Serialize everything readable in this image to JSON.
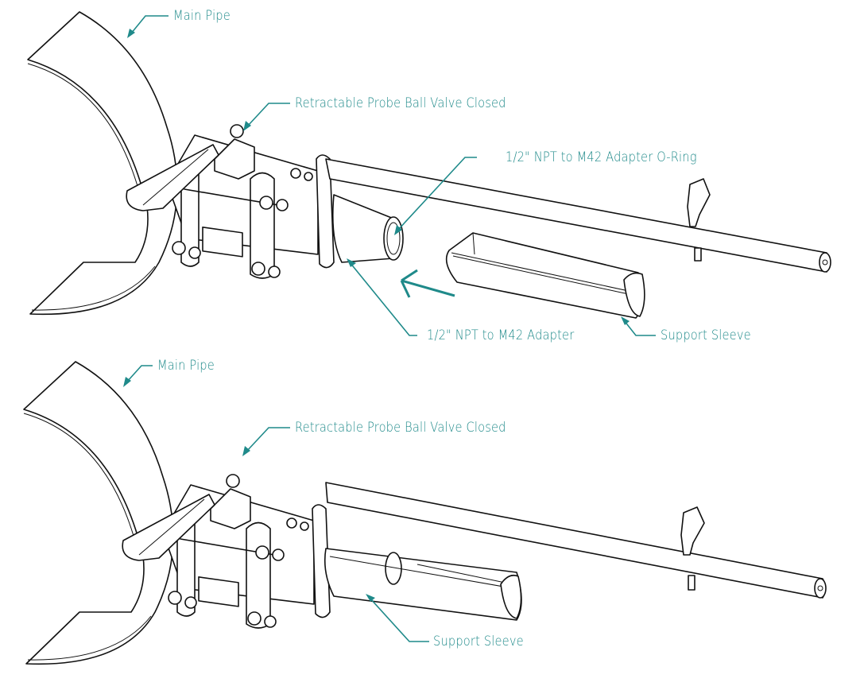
{
  "colors": {
    "callout": "#1f8a8a",
    "line": "#111111",
    "background": "#ffffff"
  },
  "panels": [
    {
      "name": "before-installation",
      "callouts": {
        "main_pipe": "Main Pipe",
        "ball_valve": "Retractable Probe Ball Valve Closed",
        "adapter_oring": "1/2\" NPT to M42 Adapter O-Ring",
        "adapter": "1/2\" NPT to M42 Adapter",
        "support_sleeve": "Support Sleeve"
      },
      "direction_arrow": "arrow-left-icon"
    },
    {
      "name": "after-installation",
      "callouts": {
        "main_pipe": "Main Pipe",
        "ball_valve": "Retractable Probe Ball Valve Closed",
        "support_sleeve": "Support Sleeve"
      }
    }
  ]
}
